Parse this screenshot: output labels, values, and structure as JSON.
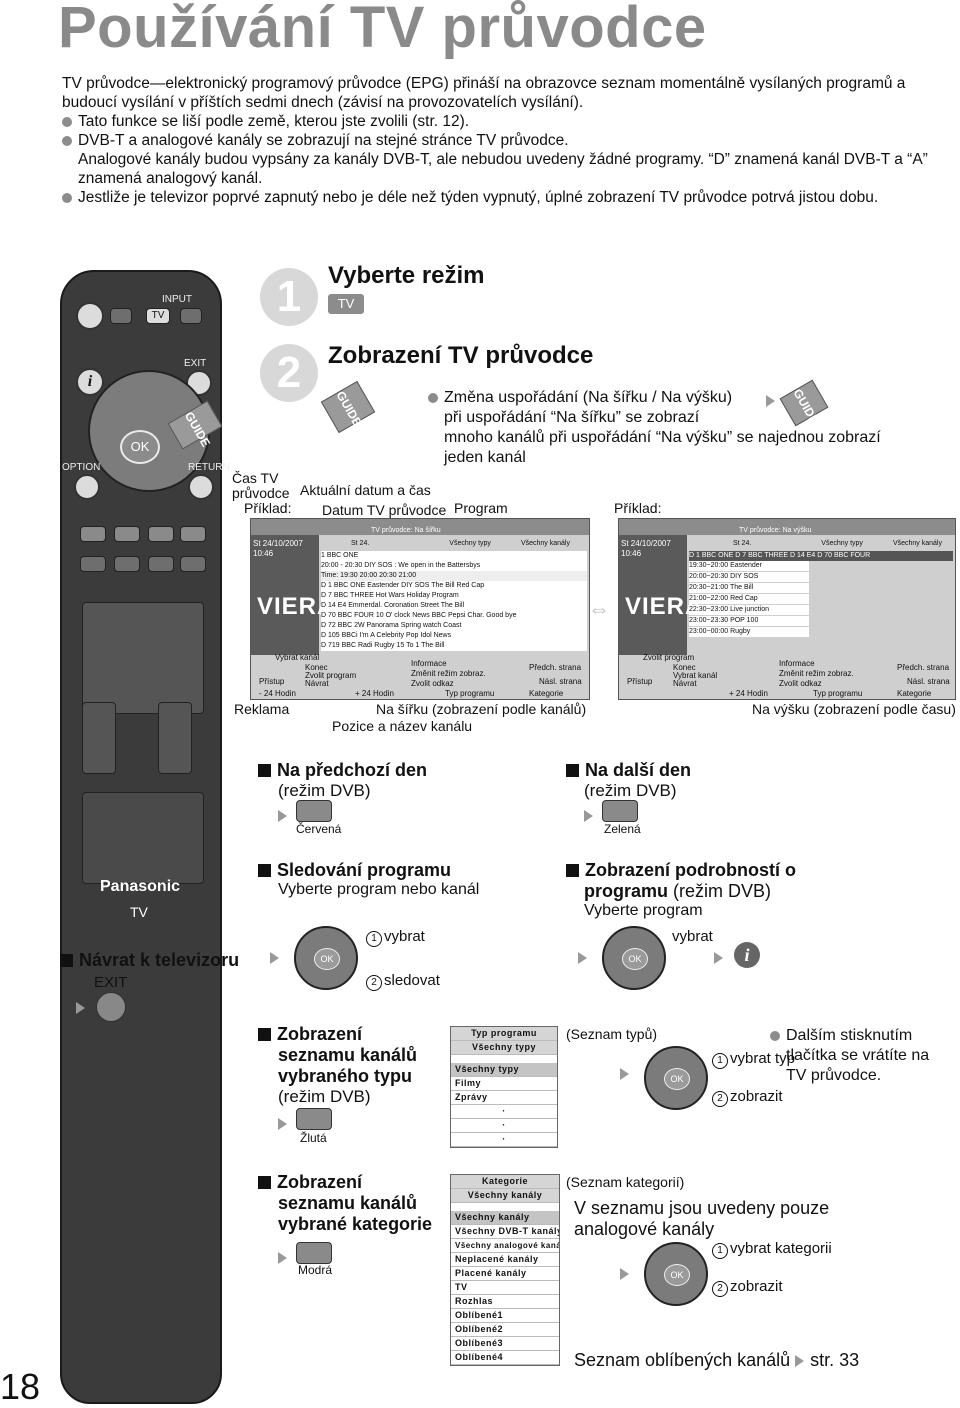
{
  "page_title": "Používání TV průvodce",
  "intro": {
    "p1": "TV průvodce—elektronický programový průvodce (EPG) přináší na obrazovce seznam momentálně vysílaných programů a budoucí vysílání v příštích sedmi dnech (závisí na provozovatelích vysílání).",
    "b1": "Tato funkce se liší podle země, kterou jste zvolili (str. 12).",
    "b2": "DVB-T a analogové kanály se zobrazují na stejné stránce TV průvodce.",
    "b2b": "Analogové kanály budou vypsány za kanály DVB-T, ale nebudou uvedeny žádné programy. “D” znamená kanál DVB-T a “A” znamená analogový kanál.",
    "b3": "Jestliže je televizor poprvé zapnutý nebo je déle než týden vypnutý, úplné zobrazení TV průvodce potrvá jistou dobu."
  },
  "remote": {
    "input": "INPUT",
    "tv": "TV",
    "exit": "EXIT",
    "option": "OPTION",
    "return": "RETURN",
    "guide": "GUIDE",
    "ok": "OK",
    "brand": "Panasonic",
    "brand_tv": "TV"
  },
  "step1": {
    "num": "1",
    "title": "Vyberte režim",
    "btn": "TV"
  },
  "step2": {
    "num": "2",
    "title": "Zobrazení TV průvodce",
    "guide": "GUIDE",
    "change1": "Změna uspořádání (Na šířku / Na výšku)",
    "change2": "při uspořádání “Na šířku” se zobrazí",
    "change3": "mnoho kanálů při uspořádání “Na výšku” se najednou zobrazí",
    "change4": "jeden kanál"
  },
  "labels": {
    "cas_tv": "Čas TV",
    "pruvodce": "průvodce",
    "priklad": "Příklad:",
    "aktualni": "Aktuální datum a čas",
    "datum": "Datum TV průvodce",
    "program": "Program",
    "priklad2": "Příklad:",
    "reklama": "Reklama",
    "na_sirku": "Na šířku (zobrazení podle kanálů)",
    "pozice": "Pozice a název kanálu",
    "na_vysku": "Na výšku (zobrazení podle času)"
  },
  "epg_wide": {
    "title": "TV průvodce: Na šířku",
    "date": "St 24/10/2007",
    "time": "10:46",
    "day": "St 24.",
    "types": "Všechny typy",
    "channels": "Všechny kanály",
    "prog1": "1 BBC ONE",
    "prog2": "20:00 - 20:30  DIY SOS : We open in the Battersbys",
    "timebar": "Time:  19:30     20:00     20:30     21:00",
    "rows": [
      "D  1   BBC ONE    Eastender    DIY SOS    The Bill    Red Cap",
      "D  7   BBC THREE  Hot Wars    Holiday Program",
      "D  14  E4         Emmerdal.   Coronation Street   The Bill",
      "D  70  BBC FOUR   10 O' clock News BBC   Pepsi Char.   Good bye",
      "D  72  BBC 2W     Panorama   Spring watch   Coast",
      "D 105  BBCi       I'm A Celebrity   Pop Idol   News",
      "D 719  BBC Radi   Rugby   15 To 1   The Bill"
    ],
    "foot1": "Vybrat kanál",
    "foot2": "Konec",
    "foot3": "Zvolit program",
    "foot4": "Návrat",
    "foot5": "Přístup",
    "foot6": "Informace",
    "foot7": "Změnit režim zobraz.",
    "foot8": "Zvolit odkaz",
    "foot9": "Předch. strana",
    "foot10": "Násl. strana",
    "b1": "- 24 Hodin",
    "b2": "+ 24 Hodin",
    "b3": "Typ programu",
    "b4": "Kategorie",
    "viera": "VIERA"
  },
  "epg_tall": {
    "title": "TV průvodce: Na výšku",
    "date": "St 24/10/2007",
    "time": "10:46",
    "day": "St 24.",
    "types": "Všechny typy",
    "channels": "Všechny kanály",
    "chanbar": "D   1 BBC ONE    D   7 BBC THREE  D   14 E4      D   70 BBC FOUR",
    "rows": [
      "19:30~20:00   Eastender",
      "20:00~20:30   DIY SOS",
      "20:30~21:00   The Bill",
      "21:00~22:00   Red Cap",
      "22:30~23:00   Live junction",
      "23:00~23:30   POP 100",
      "23:00~00:00   Rugby"
    ],
    "foot1": "Zvolit program",
    "foot2": "Konec",
    "foot3": "Vybrat kanál",
    "foot4": "Návrat",
    "foot5": "Přístup",
    "foot6": "Informace",
    "foot7": "Změnit režim zobraz.",
    "foot8": "Zvolit odkaz",
    "foot9": "Předch. strana",
    "foot10": "Násl. strana",
    "b2": "+ 24 Hodin",
    "b3": "Typ programu",
    "b4": "Kategorie",
    "viera": "VIERA"
  },
  "prev_day": {
    "title": "Na předchozí den",
    "sub": "(režim DVB)",
    "color": "Červená"
  },
  "next_day": {
    "title": "Na další den",
    "sub": "(režim DVB)",
    "color": "Zelená"
  },
  "watch": {
    "title": "Sledování programu",
    "sub": "Vyberte program nebo kanál",
    "s1": "vybrat",
    "s2": "sledovat",
    "n1": "1",
    "n2": "2"
  },
  "details": {
    "title1": "Zobrazení podrobností o",
    "title2": "programu",
    "title2b": "(režim DVB)",
    "sub": "Vyberte program",
    "s1": "vybrat",
    "note1": "Dalším stisknutím",
    "note2": "tlačítka se vrátíte na",
    "note3": "TV průvodce."
  },
  "return_tv": {
    "title": "Návrat k televizoru",
    "exit": "EXIT"
  },
  "types": {
    "t1": "Zobrazení",
    "t2": "seznamu kanálů",
    "t3": "vybraného typu",
    "t4": "(režim DVB)",
    "color": "Žlutá",
    "caption": "(Seznam typů)",
    "list": [
      "Typ programu",
      "Všechny typy",
      "Všechny typy",
      "Filmy",
      "Zprávy",
      "·",
      "·",
      "·"
    ],
    "s1": "vybrat typ",
    "s2": "zobrazit"
  },
  "categories": {
    "t1": "Zobrazení",
    "t2": "seznamu kanálů",
    "t3": "vybrané kategorie",
    "color": "Modrá",
    "caption": "(Seznam kategorií)",
    "list": [
      "Kategorie",
      "Všechny kanály",
      "Všechny kanály",
      "Všechny DVB-T kanály",
      "Všechny analogové kanály",
      "Neplacené kanály",
      "Placené kanály",
      "TV",
      "Rozhlas",
      "Oblíbené1",
      "Oblíbené2",
      "Oblíbené3",
      "Oblíbené4"
    ],
    "note1": "V seznamu jsou uvedeny pouze",
    "note2": "analogové kanály",
    "s1": "vybrat kategorii",
    "s2": "zobrazit",
    "fav": "Seznam oblíbených kanálů",
    "fav_ref": "str. 33"
  },
  "page_number": "18"
}
